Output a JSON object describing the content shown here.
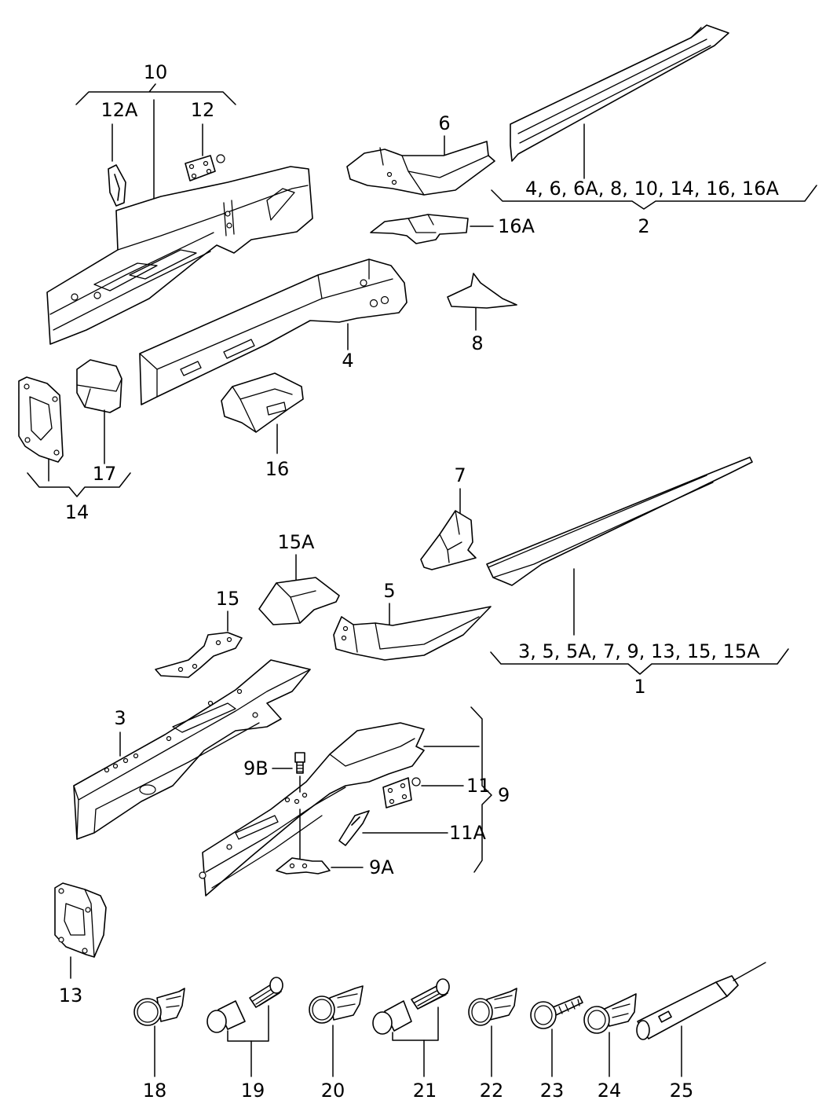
{
  "labels": {
    "l1": "1",
    "l2": "2",
    "l3": "3",
    "l4": "4",
    "l5": "5",
    "l6": "6",
    "l7": "7",
    "l8": "8",
    "l9": "9",
    "l9a": "9A",
    "l9b": "9B",
    "l10": "10",
    "l11": "11",
    "l11a": "11A",
    "l12": "12",
    "l12a": "12A",
    "l13": "13",
    "l14": "14",
    "l15": "15",
    "l15a": "15A",
    "l16": "16",
    "l16a": "16A",
    "l17": "17",
    "l18": "18",
    "l19": "19",
    "l20": "20",
    "l21": "21",
    "l22": "22",
    "l23": "23",
    "l24": "24",
    "l25": "25"
  },
  "group_lists": {
    "assembly_2": "4, 6, 6A, 8, 10, 14, 16, 16A",
    "assembly_1": "3, 5, 5A, 7, 9, 13, 15, 15A"
  }
}
